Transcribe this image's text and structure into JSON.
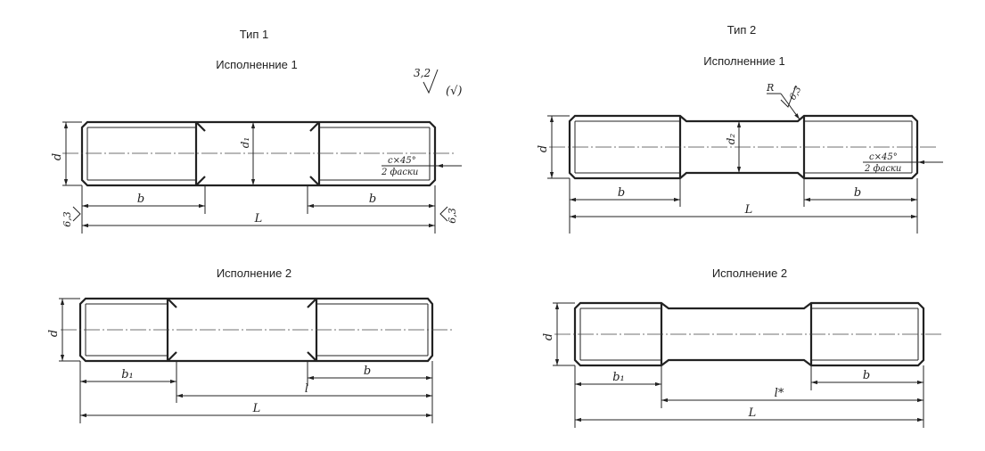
{
  "type1": {
    "title": "Тип 1",
    "exec1": {
      "title": "Исполненние 1",
      "dim_d": "d",
      "dim_d1": "d₁",
      "dim_b_left": "b",
      "dim_b_right": "b",
      "dim_L": "L",
      "chamfer": "c×45°",
      "chamfer_note": "2 фаски",
      "roughness_main": "3,2",
      "roughness_paren": "(√)",
      "roughness_left": "6,3",
      "roughness_right": "6,3"
    },
    "exec2": {
      "title": "Исполнение 2",
      "dim_d": "d",
      "dim_b1": "b₁",
      "dim_b": "b",
      "dim_l": "l",
      "dim_L": "L"
    }
  },
  "type2": {
    "title": "Тип 2",
    "exec1": {
      "title": "Исполненние 1",
      "dim_d": "d",
      "dim_d2": "d₂",
      "dim_b_left": "b",
      "dim_b_right": "b",
      "dim_L": "L",
      "radius": "R",
      "roughness": "6,3",
      "chamfer": "c×45°",
      "chamfer_note": "2 фаски"
    },
    "exec2": {
      "title": "Исполнение 2",
      "dim_d": "d",
      "dim_b1": "b₁",
      "dim_b": "b",
      "dim_l": "l*",
      "dim_L": "L"
    }
  }
}
